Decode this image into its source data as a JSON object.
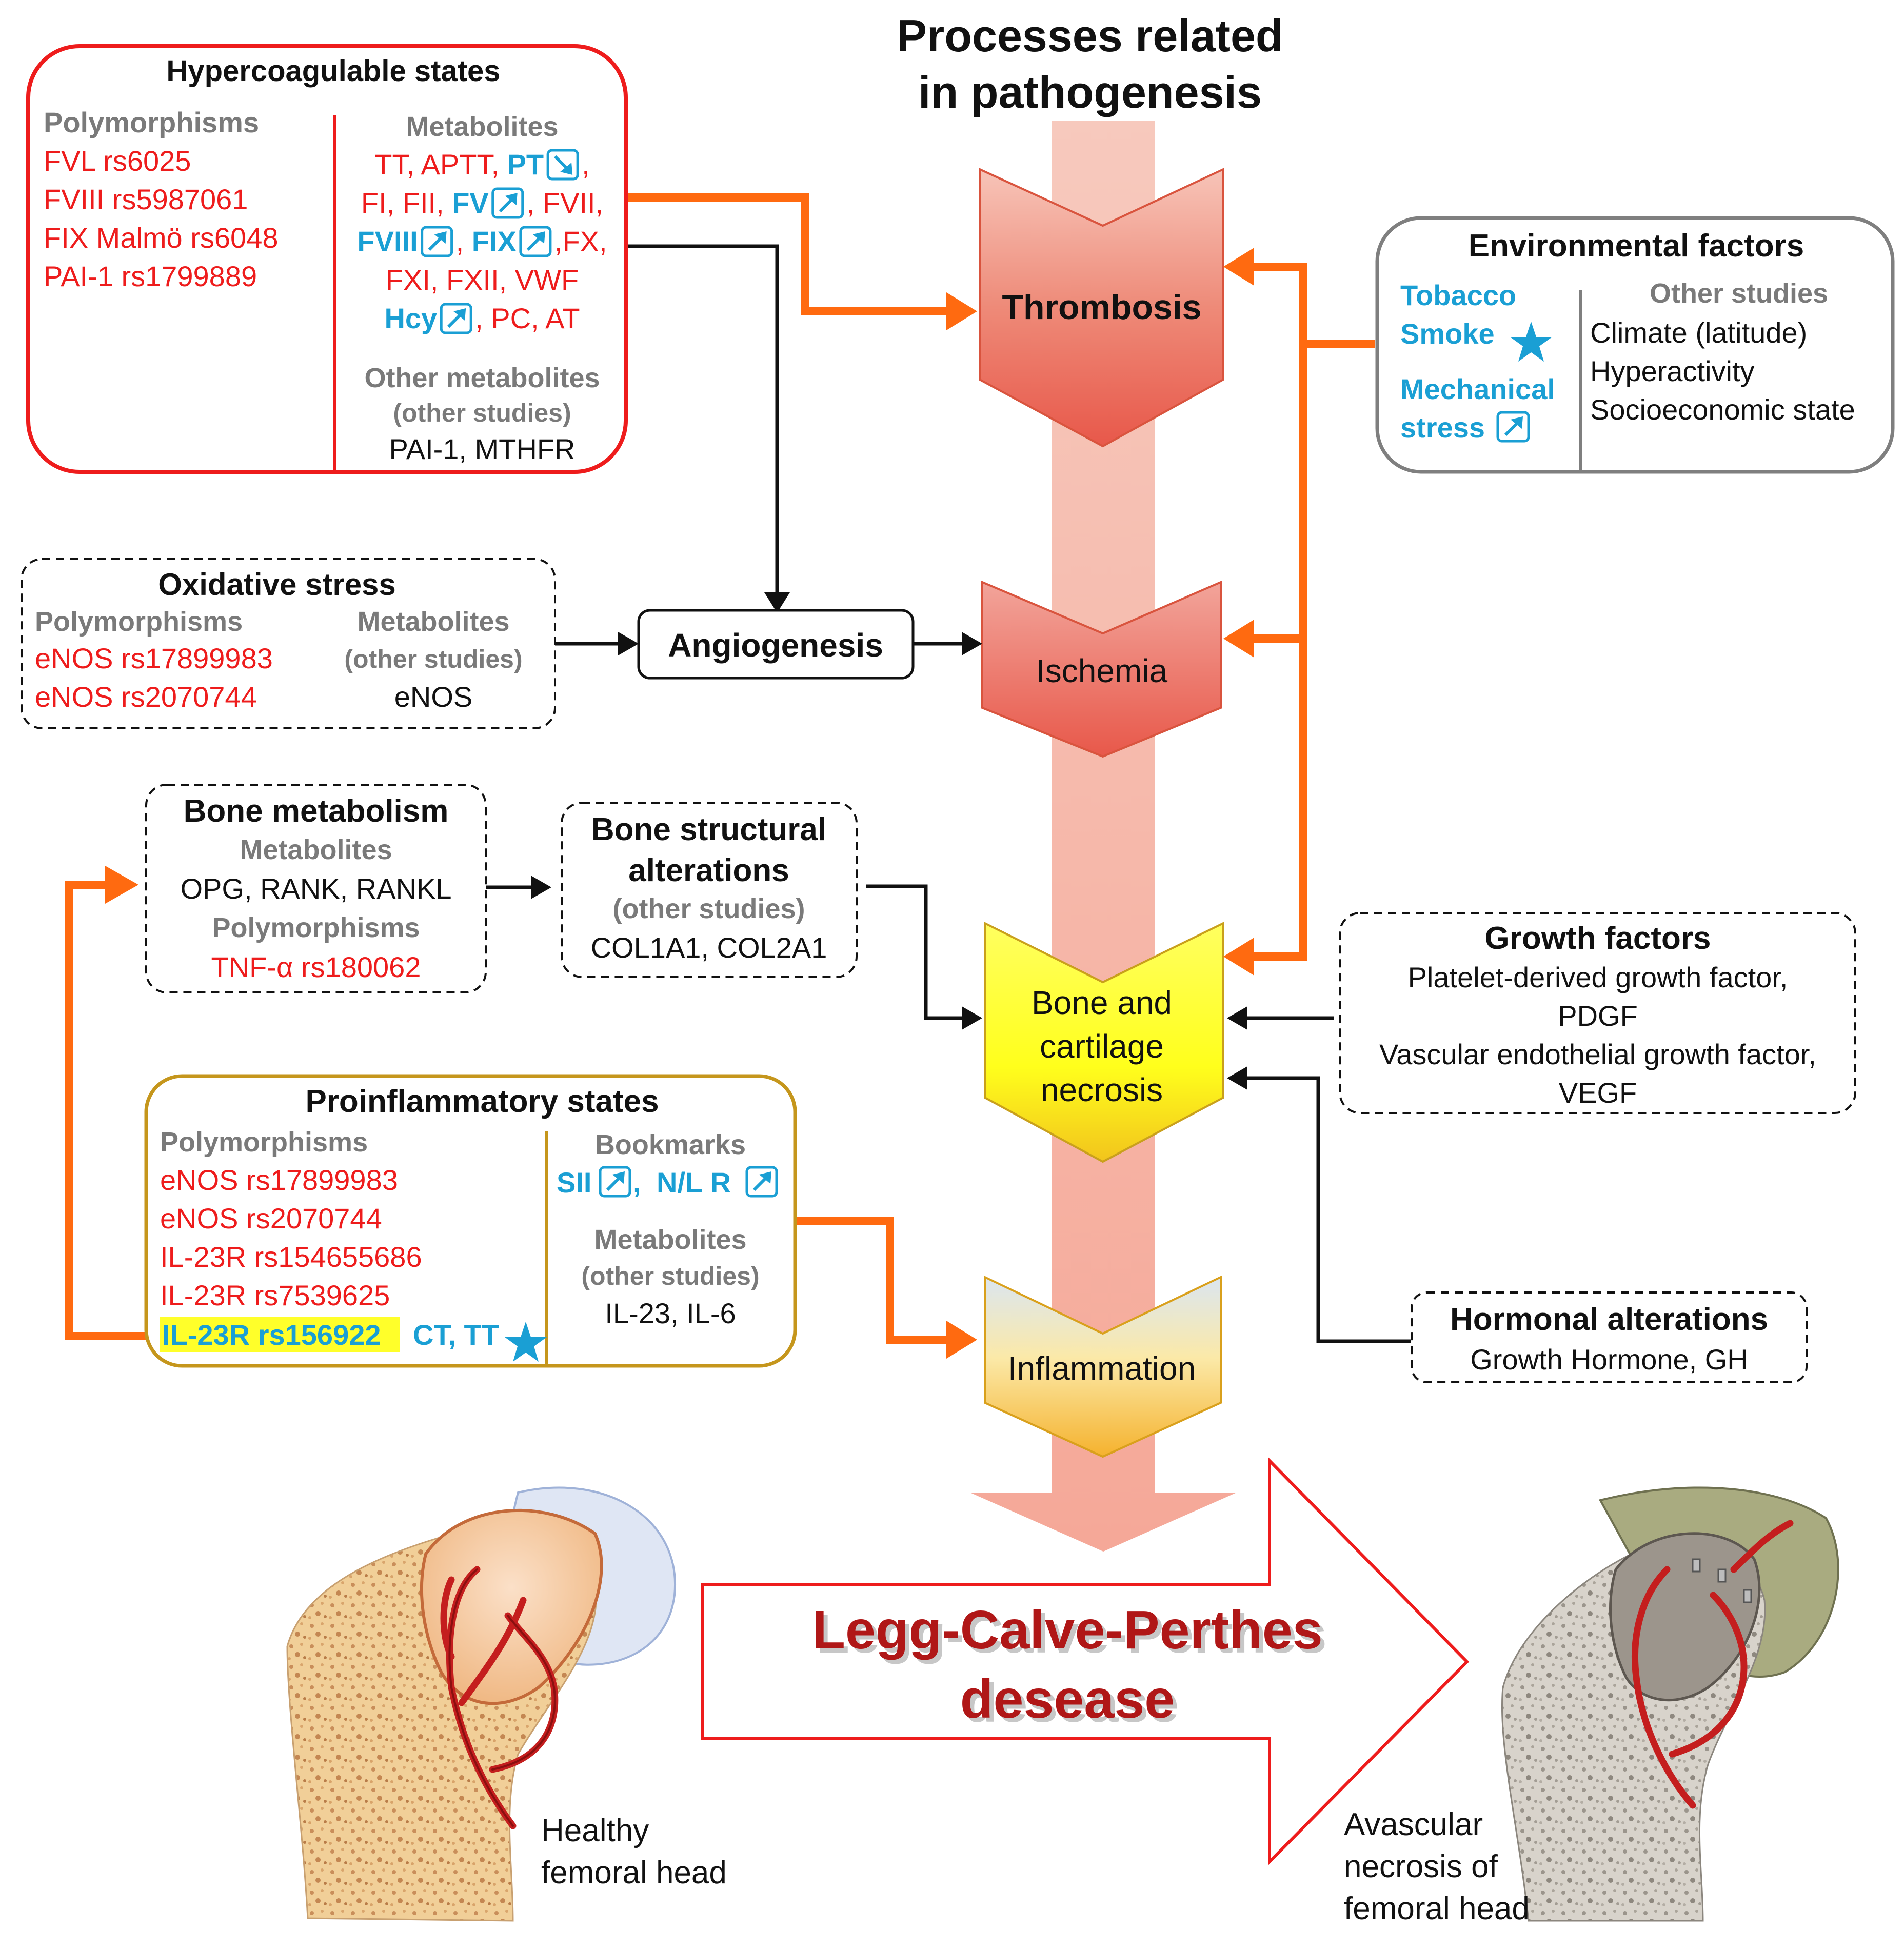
{
  "title": [
    "Processes related",
    "in pathogenesis"
  ],
  "hypercoagulable": {
    "title": "Hypercoagulable states",
    "polymorphisms_label": "Polymorphisms",
    "polymorphisms": [
      "FVL rs6025",
      "FVIII rs5987061",
      "FIX Malmö rs6048",
      "PAI-1 rs1799889"
    ],
    "metabolites_label": "Metabolites",
    "metabolite_lines": [
      [
        {
          "t": "TT, APTT, ",
          "c": "red"
        },
        {
          "t": "PT",
          "c": "blue"
        },
        {
          "badge": "down"
        },
        {
          "t": ",",
          "c": "red"
        }
      ],
      [
        {
          "t": "FI, FII, ",
          "c": "red"
        },
        {
          "t": "FV",
          "c": "blue"
        },
        {
          "badge": "up"
        },
        {
          "t": ", FVII,",
          "c": "red"
        }
      ],
      [
        {
          "t": "FVIII",
          "c": "blue"
        },
        {
          "badge": "up"
        },
        {
          "t": ", ",
          "c": "red"
        },
        {
          "t": "FIX",
          "c": "blue"
        },
        {
          "badge": "up"
        },
        {
          "t": ",FX,",
          "c": "red"
        }
      ],
      [
        {
          "t": "FXI, FXII, VWF",
          "c": "red"
        }
      ],
      [
        {
          "t": "Hcy",
          "c": "blue"
        },
        {
          "badge": "up"
        },
        {
          "t": ", PC, AT",
          "c": "red"
        }
      ]
    ],
    "other_metabolites_label": "Other metabolites",
    "other_studies_label": "(other studies)",
    "other_metabolites": "PAI-1, MTHFR"
  },
  "environmental": {
    "title": "Environmental factors",
    "tobacco": [
      "Tobacco",
      "Smoke"
    ],
    "mechanical": [
      "Mechanical",
      "stress"
    ],
    "other_studies_label": "Other studies",
    "other_studies": [
      "Climate (latitude)",
      "Hyperactivity",
      "Socioeconomic state"
    ]
  },
  "oxidative": {
    "title": "Oxidative stress",
    "polymorphisms_label": "Polymorphisms",
    "polymorphisms": [
      "eNOS rs17899983",
      "eNOS rs2070744"
    ],
    "metabolites_label": "Metabolites",
    "other_studies_label": "(other studies)",
    "metabolites": "eNOS"
  },
  "angiogenesis": "Angiogenesis",
  "bone_metabolism": {
    "title": "Bone metabolism",
    "metabolites_label": "Metabolites",
    "metabolites": "OPG, RANK, RANKL",
    "polymorphisms_label": "Polymorphisms",
    "polymorphisms": "TNF-α rs180062"
  },
  "bone_structural": {
    "title": [
      "Bone structural",
      "alterations"
    ],
    "other_studies_label": "(other studies)",
    "items": "COL1A1, COL2A1"
  },
  "growth_factors": {
    "title": "Growth factors",
    "items": [
      "Platelet-derived growth factor,",
      "PDGF",
      "Vascular endothelial growth factor,",
      "VEGF"
    ]
  },
  "proinflammatory": {
    "title": "Proinflammatory states",
    "polymorphisms_label": "Polymorphisms",
    "polymorphisms": [
      "eNOS rs17899983",
      "eNOS rs2070744",
      "IL-23R rs154655686",
      "IL-23R rs7539625"
    ],
    "highlight_snp": "IL-23R rs156922",
    "highlight_genotype": "CT, TT",
    "bookmarks_label": "Bookmarks",
    "bookmark_sii": "SII",
    "bookmark_nlr": "N/L R",
    "metabolites_label": "Metabolites",
    "other_studies_label": "(other studies)",
    "metabolites": "IL-23, IL-6"
  },
  "hormonal": {
    "title": "Hormonal alterations",
    "items": "Growth Hormone, GH"
  },
  "stages": {
    "thrombosis": "Thrombosis",
    "ischemia": "Ischemia",
    "necrosis": [
      "Bone and",
      "cartilage",
      "necrosis"
    ],
    "inflammation": "Inflammation"
  },
  "disease": [
    "Legg-Calve-Perthes",
    "desease"
  ],
  "healthy_label": [
    "Healthy",
    "femoral head"
  ],
  "avascular_label": [
    "Avascular",
    "necrosis of",
    "femoral head"
  ],
  "colors": {
    "orange_arrow": "#ff6a10",
    "red_border": "#ee1c1c",
    "gold_border": "#c5961c",
    "highlight_cyan": "#1a9fd4",
    "highlight_yellow": "#ffff2a",
    "disease_text": "#b01717"
  }
}
